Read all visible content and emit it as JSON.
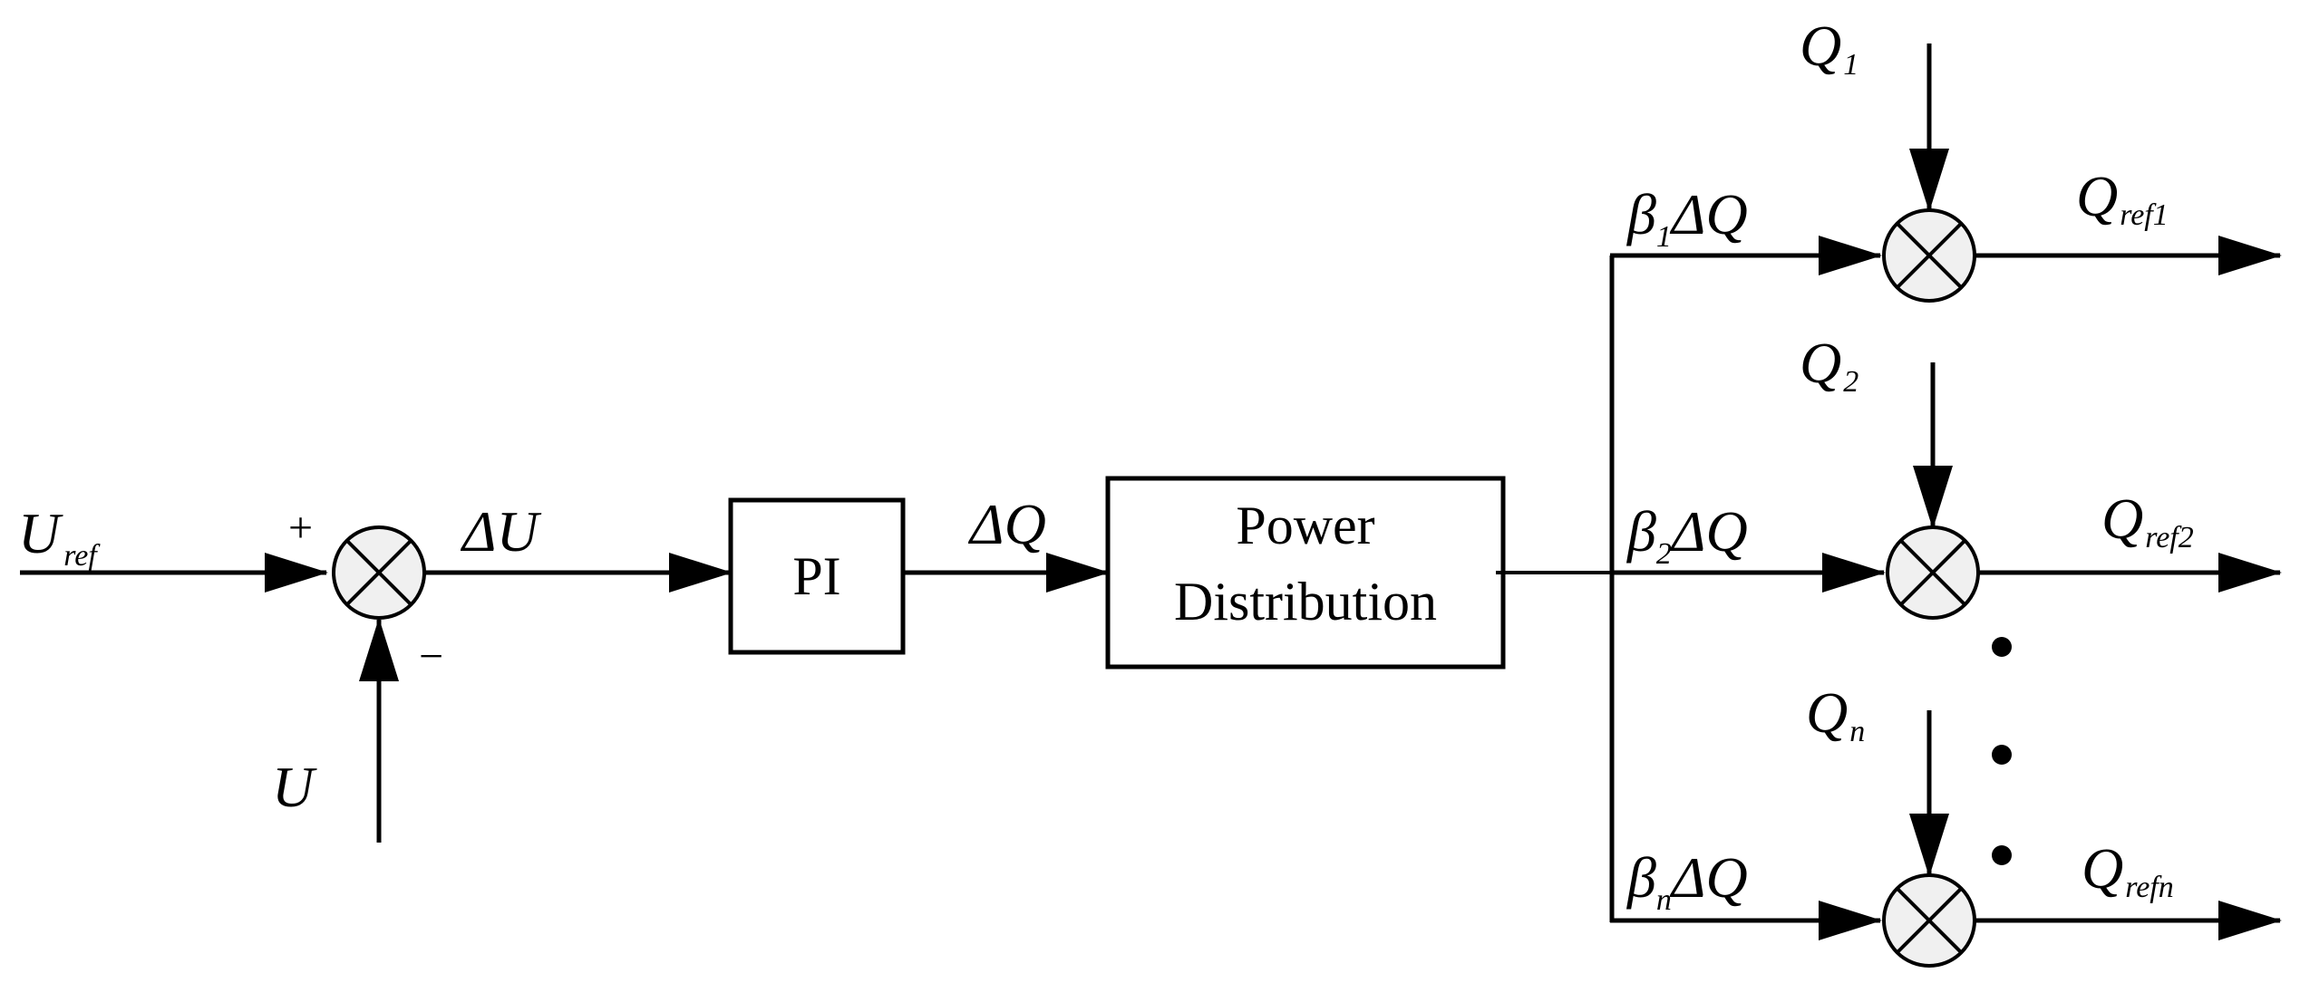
{
  "labels": {
    "u_ref": {
      "main": "U",
      "sub": "ref"
    },
    "plus": "+",
    "minus": "−",
    "delta_u": "ΔU",
    "u_feedback": "U",
    "delta_q": "ΔQ",
    "branch1": {
      "beta": "β",
      "sub": "1",
      "rest": "ΔQ"
    },
    "branch2": {
      "beta": "β",
      "sub": "2",
      "rest": "ΔQ"
    },
    "branchn": {
      "beta": "β",
      "sub": "n",
      "rest": "ΔQ"
    },
    "q1": {
      "main": "Q",
      "sub": "1"
    },
    "q2": {
      "main": "Q",
      "sub": "2"
    },
    "qn": {
      "main": "Q",
      "sub": "n"
    },
    "qref1": {
      "main": "Q",
      "sub": "ref1"
    },
    "qref2": {
      "main": "Q",
      "sub": "ref2"
    },
    "qrefn": {
      "main": "Q",
      "sub": "refn"
    }
  },
  "blocks": {
    "pi": "PI",
    "power_distribution": {
      "line1": "Power",
      "line2": "Distribution"
    }
  },
  "colors": {
    "line": "#000000",
    "summer_fill": "#f0f0f0",
    "block_fill": "#ffffff"
  }
}
